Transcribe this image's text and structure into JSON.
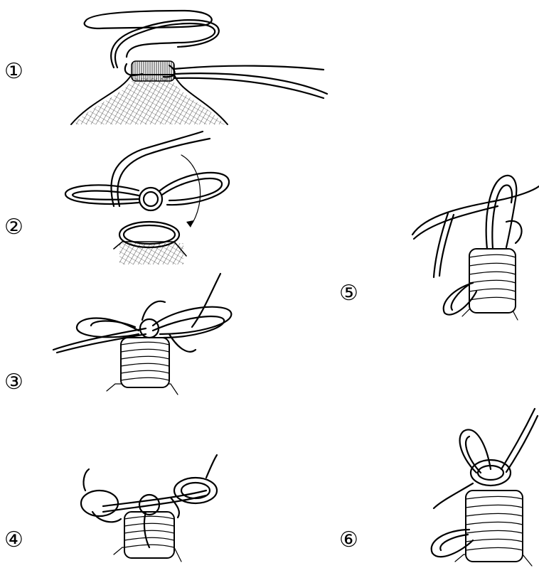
{
  "steps": [
    {
      "label": "①",
      "icon": "sack-neck-loose-cord-icon"
    },
    {
      "label": "②",
      "icon": "cord-looped-around-neck-icon"
    },
    {
      "label": "③",
      "icon": "wrapped-neck-with-bow-icon"
    },
    {
      "label": "④",
      "icon": "wrapped-neck-tightened-knot-icon"
    },
    {
      "label": "⑤",
      "icon": "wrapped-neck-loops-icon"
    },
    {
      "label": "⑥",
      "icon": "finished-wrapped-knot-icon"
    }
  ]
}
